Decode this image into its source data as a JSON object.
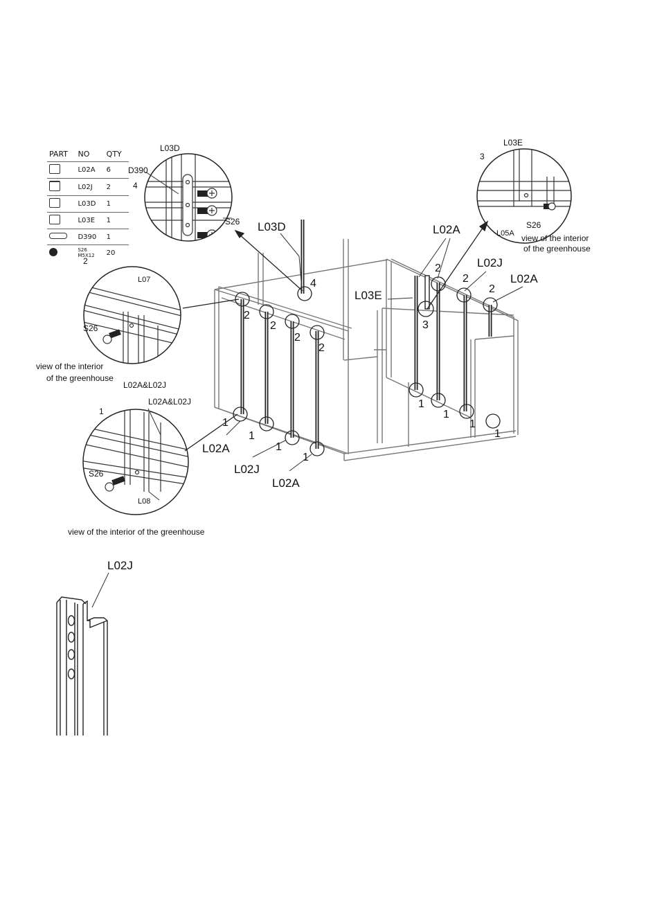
{
  "parts_table": {
    "headers": [
      "PART",
      "NO",
      "QTY"
    ],
    "rows": [
      {
        "icon": "profile-l02a-icon",
        "no": "L02A",
        "qty": "6"
      },
      {
        "icon": "profile-l02j-icon",
        "no": "L02J",
        "qty": "2"
      },
      {
        "icon": "profile-l03d-icon",
        "no": "L03D",
        "qty": "1"
      },
      {
        "icon": "profile-l03e-icon",
        "no": "L03E",
        "qty": "1"
      },
      {
        "icon": "connector-d390-icon",
        "no": "D390",
        "qty": "1"
      },
      {
        "icon": "screw-icon",
        "no": "S26",
        "no2": "M5X12",
        "qty": "20"
      }
    ]
  },
  "labels": {
    "table_note": "2",
    "d_top_label": "L03D",
    "d_side_label": "D390",
    "d_step": "4",
    "d_screw": "S26",
    "e_top_label": "L03E",
    "e_step": "3",
    "e_rail": "L05A",
    "e_screw": "S26",
    "e_caption_1": "view of the interior",
    "e_caption_2": "of the greenhouse",
    "l07_label": "L07",
    "l07_screw": "S26",
    "l07_part": "L02A&L02J",
    "l07_caption_1": "view of the interior",
    "l07_caption_2": "of the greenhouse",
    "l08_step": "1",
    "l08_top": "L02A&L02J",
    "l08_screw": "S26",
    "l08_rail": "L08",
    "l08_caption": "view of the interior of the greenhouse",
    "main_l03d": "L03D",
    "main_l03e": "L03E",
    "main_l02a_top": "L02A",
    "main_l02j_top": "L02J",
    "main_l02a_right": "L02A",
    "main_l02a_bl": "L02A",
    "main_l02j_b": "L02J",
    "main_l02a_b": "L02A",
    "step_1": "1",
    "step_2": "2",
    "step_3": "3",
    "step_4": "4",
    "profile_label": "L02J"
  }
}
